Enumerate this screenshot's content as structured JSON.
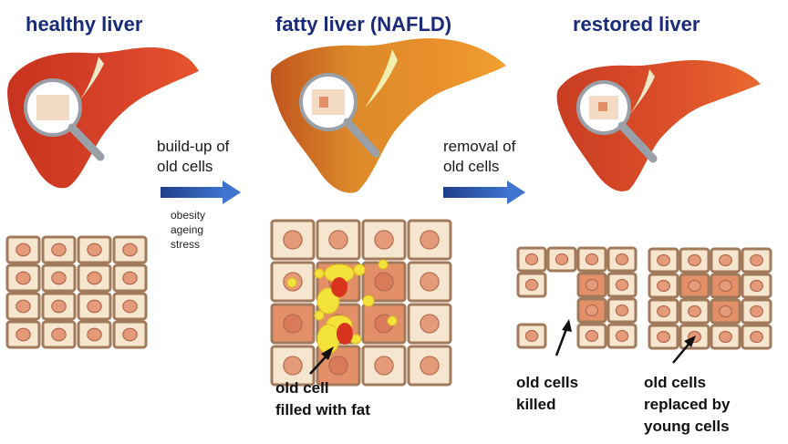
{
  "panels": {
    "healthy": {
      "title": "healthy liver"
    },
    "fatty": {
      "title": "fatty liver (NAFLD)"
    },
    "restored": {
      "title": "restored liver"
    }
  },
  "arrows": {
    "buildup": {
      "line1": "build-up of",
      "line2": "old cells",
      "causes": [
        "obesity",
        "ageing",
        "stress"
      ]
    },
    "removal": {
      "line1": "removal of",
      "line2": "old cells"
    }
  },
  "annotations": {
    "old_cell_fat": {
      "line1": "old cell",
      "line2": "filled with fat"
    },
    "killed": {
      "line1": "old cells",
      "line2": "killed"
    },
    "replaced": {
      "line1": "old cells",
      "line2": "replaced by",
      "line3": "young cells"
    }
  },
  "colors": {
    "title": "#1a2a7a",
    "arrow": "#2f5db0",
    "liver_healthy": "#d9432a",
    "liver_fatty": "#e0782a",
    "cell_fill": "#f6e6cf",
    "cell_border": "#a07a5a",
    "nucleus": "#e59a7a",
    "old_cell": "#e39068",
    "fat": "#f2e23a"
  }
}
